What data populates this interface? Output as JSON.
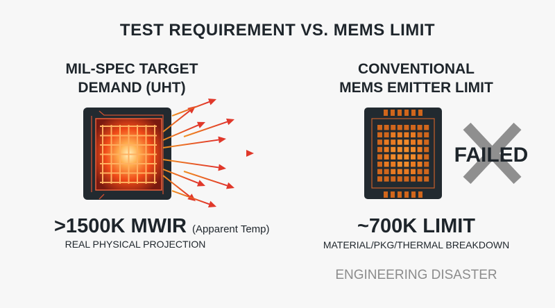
{
  "title": "TEST REQUIREMENT VS. MEMS LIMIT",
  "left": {
    "heading_line1": "MIL-SPEC TARGET",
    "heading_line2": "DEMAND (UHT)",
    "value": ">1500K MWIR",
    "value_note": "(Apparent Temp)",
    "subtitle": "REAL PHYSICAL PROJECTION",
    "icon": "glowing-emitter-chip-icon"
  },
  "right": {
    "heading_line1": "CONVENTIONAL",
    "heading_line2": "MEMS EMITTER LIMIT",
    "value": "~700K LIMIT",
    "subtitle": "MATERIAL/PKG/THERMAL BREAKDOWN",
    "failed_label": "FAILED",
    "footer": "ENGINEERING DISASTER",
    "icon": "mems-emitter-chip-icon"
  },
  "colors": {
    "dark": "#1e252b",
    "orange": "#f07a1a",
    "red": "#e0342a",
    "gray": "#8c8c8c"
  }
}
